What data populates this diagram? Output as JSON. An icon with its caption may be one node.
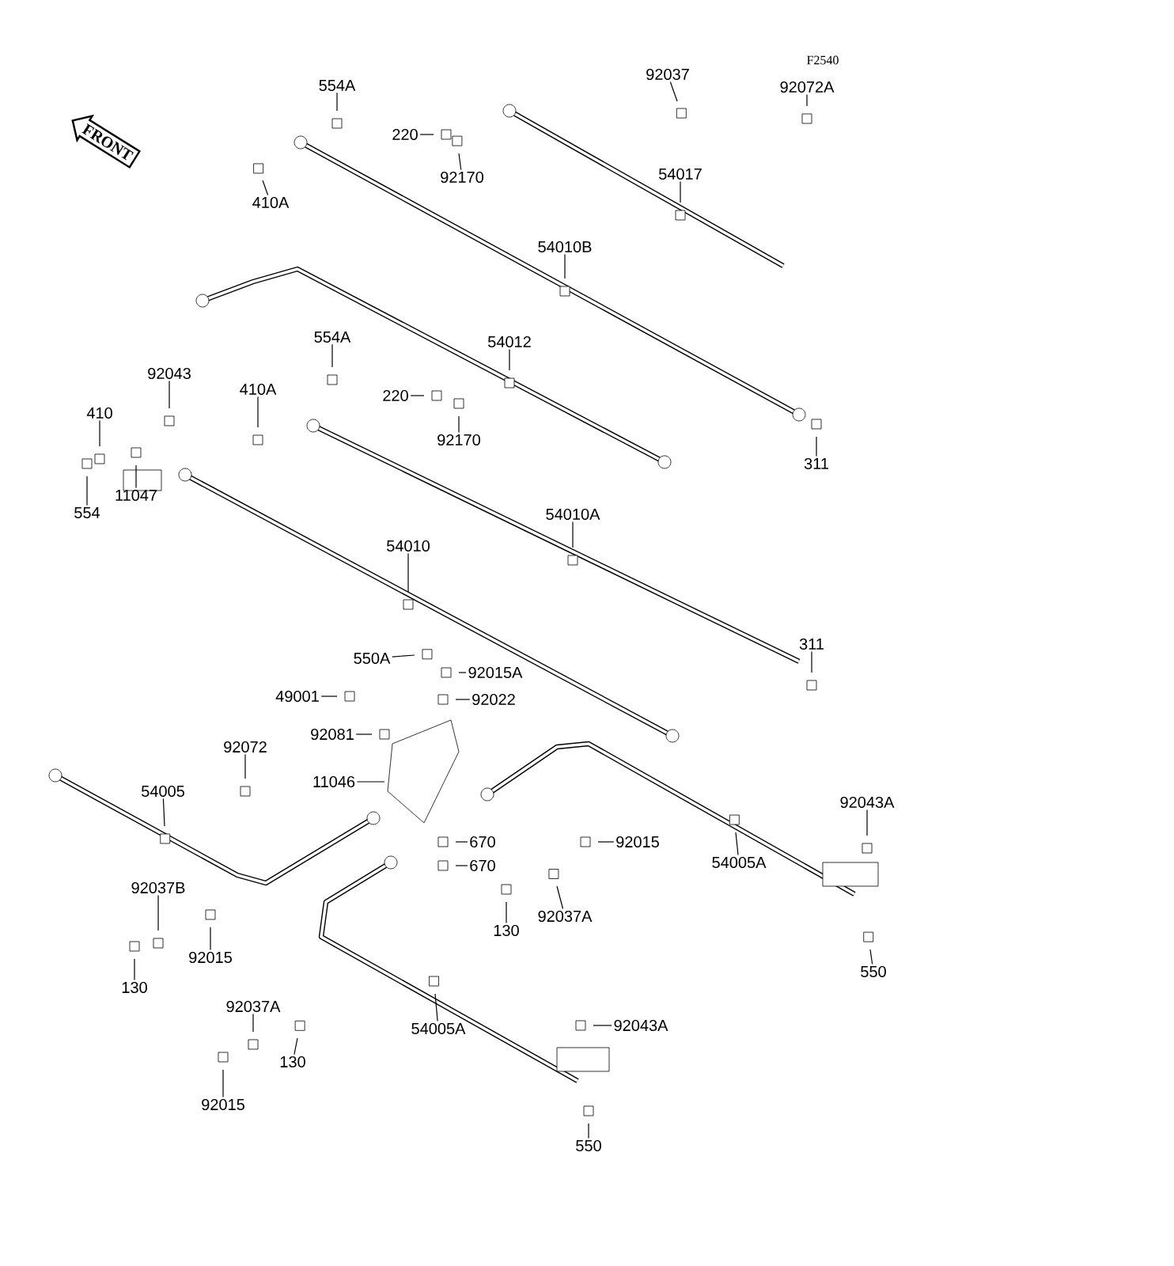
{
  "diagram": {
    "nodes": [
      {
        "text": [
          "FRONT"
        ]
      },
      {
        "text": [
          "554A"
        ]
      },
      {
        "text": [
          "220"
        ]
      },
      {
        "text": [
          "92170"
        ]
      },
      {
        "text": [
          "410A"
        ]
      },
      {
        "text": [
          "92037"
        ]
      },
      {
        "text": [
          "92072A"
        ]
      },
      {
        "text": [
          "54017"
        ]
      },
      {
        "text": [
          "54010B"
        ]
      },
      {
        "text": [
          "54012"
        ]
      },
      {
        "text": [
          "554A"
        ]
      },
      {
        "text": [
          "220"
        ]
      },
      {
        "text": [
          "92170"
        ]
      },
      {
        "text": [
          "92043"
        ]
      },
      {
        "text": [
          "410A"
        ]
      },
      {
        "text": [
          "410"
        ]
      },
      {
        "text": [
          "11047"
        ]
      },
      {
        "text": [
          "554"
        ]
      },
      {
        "text": [
          "311"
        ]
      },
      {
        "text": [
          "54010A"
        ]
      },
      {
        "text": [
          "54010"
        ]
      },
      {
        "text": [
          "311"
        ]
      },
      {
        "text": [
          "550A"
        ]
      },
      {
        "text": [
          "92015A"
        ]
      },
      {
        "text": [
          "49001"
        ]
      },
      {
        "text": [
          "92022"
        ]
      },
      {
        "text": [
          "92081"
        ]
      },
      {
        "text": [
          "92072"
        ]
      },
      {
        "text": [
          "11046"
        ]
      },
      {
        "text": [
          "54005"
        ]
      },
      {
        "text": [
          "670"
        ]
      },
      {
        "text": [
          "670"
        ]
      },
      {
        "text": [
          "54005A"
        ]
      },
      {
        "text": [
          "92043A"
        ]
      },
      {
        "text": [
          "92015"
        ]
      },
      {
        "text": [
          "92037B"
        ]
      },
      {
        "text": [
          "92015"
        ]
      },
      {
        "text": [
          "130"
        ]
      },
      {
        "text": [
          "130"
        ]
      },
      {
        "text": [
          "92037A"
        ]
      },
      {
        "text": [
          "550"
        ]
      },
      {
        "text": [
          "54005A"
        ]
      },
      {
        "text": [
          "92037A"
        ]
      },
      {
        "text": [
          "130"
        ]
      },
      {
        "text": [
          "92043A"
        ]
      },
      {
        "text": [
          "92015"
        ]
      },
      {
        "text": [
          "550"
        ]
      }
    ],
    "edges": [
      {
        "from": 1,
        "to": null,
        "arrow": "none"
      },
      {
        "from": 2,
        "to": null,
        "arrow": "none"
      },
      {
        "from": 3,
        "to": null,
        "arrow": "none"
      },
      {
        "from": 4,
        "to": null,
        "arrow": "none"
      },
      {
        "from": 5,
        "to": null,
        "arrow": "none"
      },
      {
        "from": 6,
        "to": null,
        "arrow": "none"
      },
      {
        "from": 7,
        "to": null,
        "arrow": "none"
      },
      {
        "from": 8,
        "to": null,
        "arrow": "none"
      },
      {
        "from": 9,
        "to": null,
        "arrow": "none"
      },
      {
        "from": 10,
        "to": null,
        "arrow": "none"
      },
      {
        "from": 11,
        "to": null,
        "arrow": "none"
      },
      {
        "from": 12,
        "to": null,
        "arrow": "none"
      },
      {
        "from": 13,
        "to": null,
        "arrow": "none"
      },
      {
        "from": 14,
        "to": null,
        "arrow": "none"
      },
      {
        "from": 15,
        "to": null,
        "arrow": "none"
      },
      {
        "from": 16,
        "to": null,
        "arrow": "none"
      },
      {
        "from": 17,
        "to": null,
        "arrow": "none"
      },
      {
        "from": 18,
        "to": null,
        "arrow": "none"
      },
      {
        "from": 19,
        "to": null,
        "arrow": "none"
      },
      {
        "from": 20,
        "to": null,
        "arrow": "none"
      },
      {
        "from": 21,
        "to": null,
        "arrow": "none"
      },
      {
        "from": 22,
        "to": null,
        "arrow": "none"
      },
      {
        "from": 23,
        "to": null,
        "arrow": "none"
      },
      {
        "from": 24,
        "to": null,
        "arrow": "none"
      },
      {
        "from": 25,
        "to": null,
        "arrow": "none"
      },
      {
        "from": 26,
        "to": null,
        "arrow": "none"
      },
      {
        "from": 27,
        "to": null,
        "arrow": "none"
      },
      {
        "from": 28,
        "to": null,
        "arrow": "none"
      },
      {
        "from": 29,
        "to": null,
        "arrow": "none"
      },
      {
        "from": 30,
        "to": null,
        "arrow": "none"
      },
      {
        "from": 31,
        "to": null,
        "arrow": "none"
      },
      {
        "from": 32,
        "to": null,
        "arrow": "none"
      },
      {
        "from": 33,
        "to": null,
        "arrow": "none"
      },
      {
        "from": 34,
        "to": null,
        "arrow": "none"
      },
      {
        "from": 35,
        "to": null,
        "arrow": "none"
      },
      {
        "from": 36,
        "to": null,
        "arrow": "none"
      },
      {
        "from": 37,
        "to": null,
        "arrow": "none"
      },
      {
        "from": 38,
        "to": null,
        "arrow": "none"
      },
      {
        "from": 39,
        "to": null,
        "arrow": "none"
      },
      {
        "from": 40,
        "to": null,
        "arrow": "none"
      },
      {
        "from": 41,
        "to": null,
        "arrow": "none"
      },
      {
        "from": 42,
        "to": null,
        "arrow": "none"
      },
      {
        "from": 43,
        "to": null,
        "arrow": "none"
      },
      {
        "from": 44,
        "to": null,
        "arrow": "none"
      },
      {
        "from": 45,
        "to": null,
        "arrow": "none"
      },
      {
        "from": 46,
        "to": null,
        "arrow": "none"
      }
    ],
    "labels": [
      "F2540"
    ]
  }
}
